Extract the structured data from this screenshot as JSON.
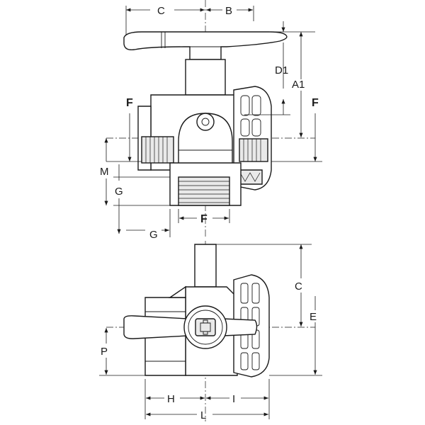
{
  "drawing": {
    "top_view": {
      "labels": {
        "c": "C",
        "b": "B",
        "d1": "D1",
        "a1": "A1",
        "f_left": "F",
        "f_right": "F",
        "f_bottom": "F",
        "m": "M",
        "g_vertical": "G",
        "g_horizontal": "G"
      }
    },
    "side_view": {
      "labels": {
        "c": "C",
        "e": "E",
        "p": "P",
        "h": "H",
        "i": "I",
        "l": "L"
      }
    },
    "colors": {
      "line": "#1a1a1a",
      "fill": "#ffffff",
      "shade": "#e9e9e9"
    }
  }
}
